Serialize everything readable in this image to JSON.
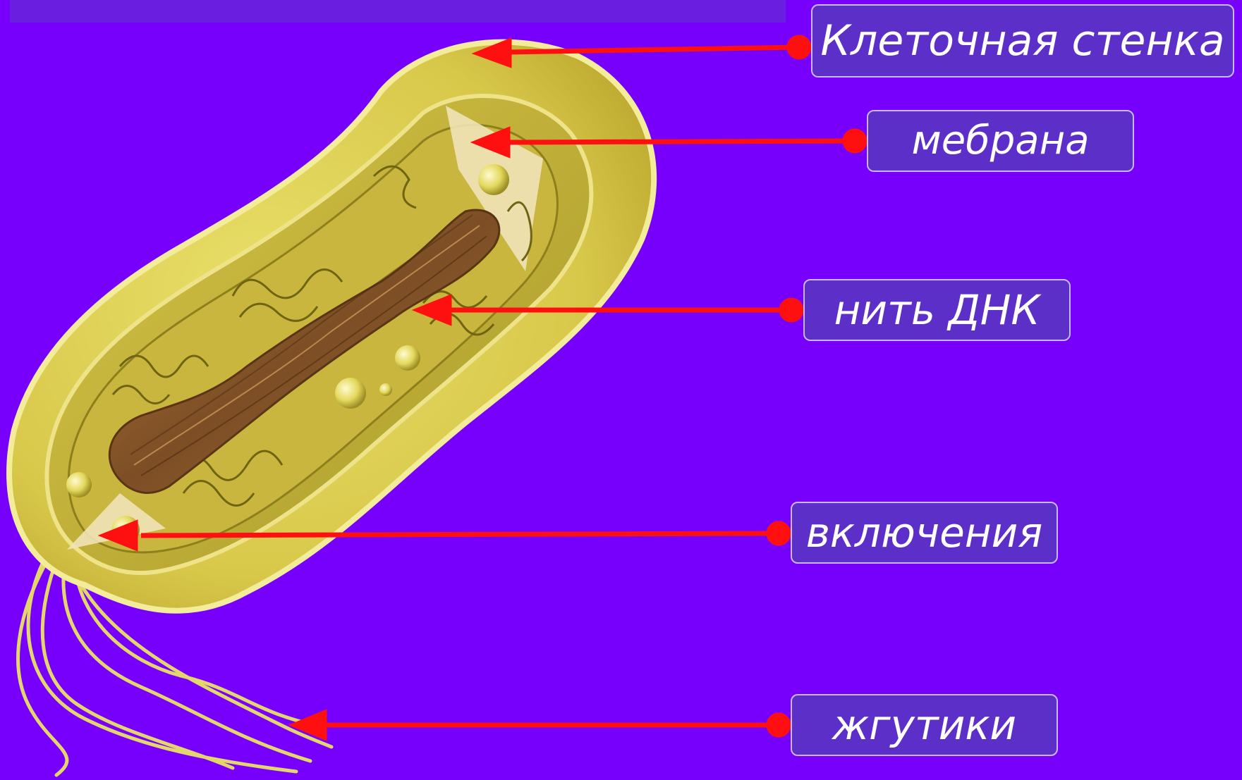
{
  "colors": {
    "background": "#7700fc",
    "label_box": "#5b2fc8",
    "label_border": "#c9b8ff",
    "arrow": "#ff1010",
    "cell_wall": "#e6d85a",
    "cell_inner": "#c9b83a",
    "dna": "#8a5a2c"
  },
  "labels": {
    "cell_wall": "Клеточная стенка",
    "membrane": "мебрана",
    "dna": "нить ДНК",
    "inclusions": "включения",
    "flagella": "жгутики"
  }
}
